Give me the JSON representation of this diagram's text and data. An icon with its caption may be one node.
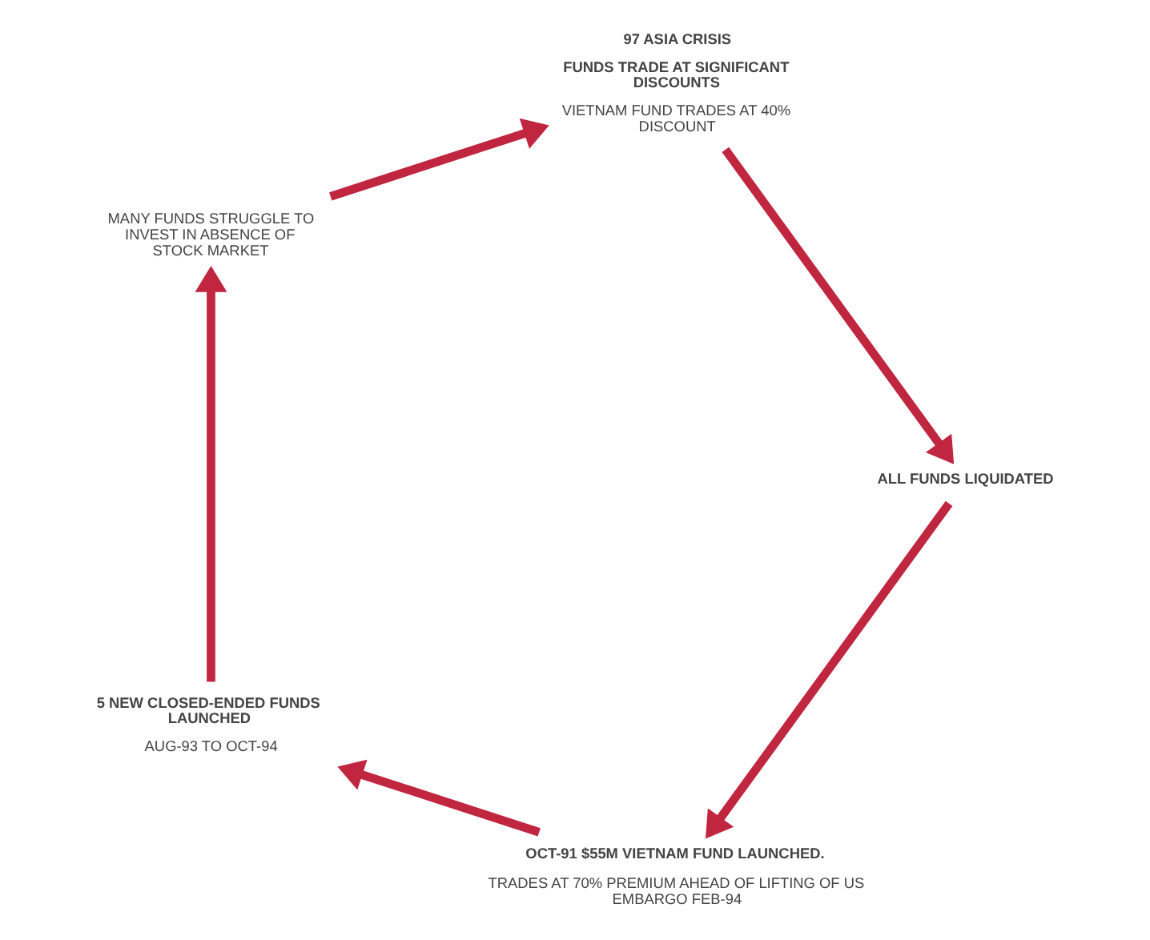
{
  "diagram": {
    "nodes": [
      {
        "text": [
          "OCT-91 $55M VIETNAM FUND LAUNCHED.",
          "TRADES AT 70% PREMIUM AHEAD OF LIFTING OF US EMBARGO FEB-94"
        ]
      },
      {
        "text": [
          "5 NEW CLOSED-ENDED FUNDS LAUNCHED",
          "AUG-93 TO OCT-94"
        ]
      },
      {
        "text": [
          "MANY FUNDS STRUGGLE TO INVEST IN ABSENCE OF STOCK MARKET"
        ]
      },
      {
        "text": [
          "97 ASIA CRISIS",
          "FUNDS TRADE AT SIGNIFICANT DISCOUNTS",
          "VIETNAM FUND TRADES AT 40% DISCOUNT"
        ]
      },
      {
        "text": [
          "ALL FUNDS LIQUIDATED"
        ]
      }
    ],
    "edges": [
      {
        "from": 0,
        "to": 1,
        "arrow": "to"
      },
      {
        "from": 1,
        "to": 2,
        "arrow": "to"
      },
      {
        "from": 2,
        "to": 3,
        "arrow": "to"
      },
      {
        "from": 3,
        "to": 4,
        "arrow": "to"
      },
      {
        "from": 4,
        "to": 0,
        "arrow": "to"
      }
    ]
  }
}
